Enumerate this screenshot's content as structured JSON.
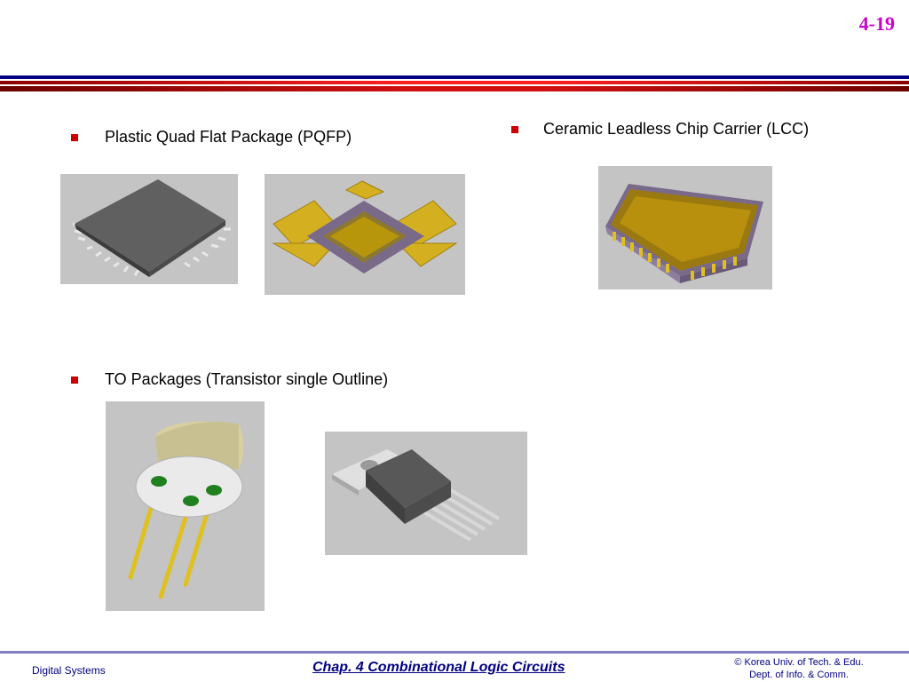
{
  "header": {
    "slide_number": "4-19"
  },
  "bullets": {
    "pqfp": "Plastic Quad Flat Package (PQFP)",
    "lcc": "Ceramic Leadless Chip Carrier (LCC)",
    "to": "TO Packages (Transistor single Outline)"
  },
  "images": [
    {
      "icon": "pqfp-chip-icon"
    },
    {
      "icon": "pqfp-die-exploded-icon"
    },
    {
      "icon": "lcc-chip-icon"
    },
    {
      "icon": "to-can-package-icon"
    },
    {
      "icon": "to220-package-icon"
    }
  ],
  "footer": {
    "left": "Digital Systems",
    "center": "Chap. 4  Combinational Logic Circuits",
    "right_line1": "© Korea Univ. of Tech. & Edu.",
    "right_line2": "Dept. of Info. & Comm."
  },
  "colors": {
    "slide_number": "#cc00cc",
    "bullet": "#cc0000",
    "header_rule_top": "#000080",
    "header_rule_middle": "#ff0000",
    "header_rule_bottom": "#800000",
    "footer_text": "#000080"
  }
}
